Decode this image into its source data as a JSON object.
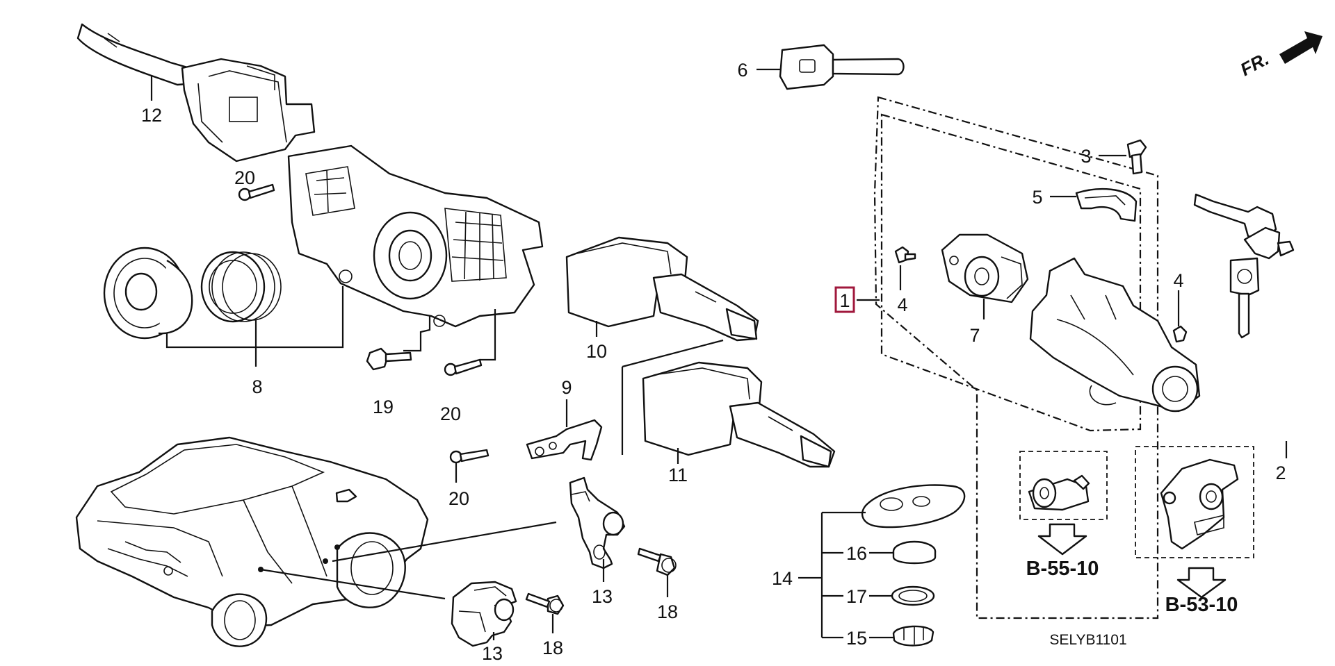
{
  "diagram": {
    "callouts": [
      {
        "key": "c12",
        "label": "12"
      },
      {
        "key": "c20a",
        "label": "20"
      },
      {
        "key": "c8",
        "label": "8"
      },
      {
        "key": "c19",
        "label": "19"
      },
      {
        "key": "c20b",
        "label": "20"
      },
      {
        "key": "c9",
        "label": "9"
      },
      {
        "key": "c10",
        "label": "10"
      },
      {
        "key": "c11",
        "label": "11"
      },
      {
        "key": "c20c",
        "label": "20"
      },
      {
        "key": "c6",
        "label": "6"
      },
      {
        "key": "c3",
        "label": "3"
      },
      {
        "key": "c5",
        "label": "5"
      },
      {
        "key": "c4a",
        "label": "4"
      },
      {
        "key": "c4b",
        "label": "4"
      },
      {
        "key": "c7",
        "label": "7"
      },
      {
        "key": "c2",
        "label": "2"
      },
      {
        "key": "c13a",
        "label": "13"
      },
      {
        "key": "c18a",
        "label": "18"
      },
      {
        "key": "c13b",
        "label": "13"
      },
      {
        "key": "c18b",
        "label": "18"
      },
      {
        "key": "c14",
        "label": "14"
      },
      {
        "key": "c16",
        "label": "16"
      },
      {
        "key": "c17",
        "label": "17"
      },
      {
        "key": "c15",
        "label": "15"
      }
    ],
    "highlighted_callout": {
      "label": "1",
      "color": "#a0183c"
    },
    "references": [
      {
        "key": "ref_b55",
        "label": "B-55-10"
      },
      {
        "key": "ref_b53",
        "label": "B-53-10"
      }
    ],
    "diagram_code": "SELYB1101",
    "front_indicator": "FR."
  }
}
